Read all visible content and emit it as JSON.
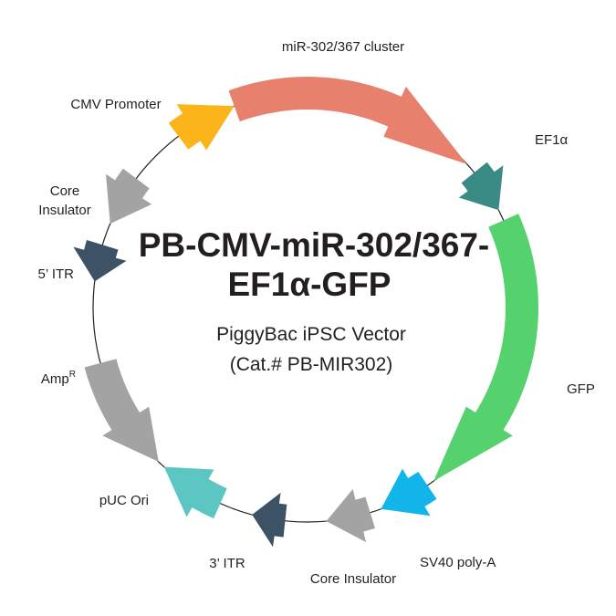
{
  "title": {
    "line1": "PB-CMV-miR-302/367-",
    "line2": "EF1α-GFP"
  },
  "subtitle": {
    "line1": "PiggyBac iPSC Vector",
    "line2": "(Cat.# PB-MIR302)"
  },
  "features": [
    {
      "id": "mir-cluster",
      "label": "miR-302/367 cluster",
      "color": "#e8806e"
    },
    {
      "id": "ef1a",
      "label": "EF1α",
      "color": "#3a8a86"
    },
    {
      "id": "gfp",
      "label": "GFP",
      "color": "#55d26e"
    },
    {
      "id": "sv40",
      "label": "SV40 poly-A",
      "color": "#12b5ea"
    },
    {
      "id": "core-insulator-bottom",
      "label": "Core Insulator",
      "color": "#a3a3a3"
    },
    {
      "id": "itr3",
      "label": "3’ ITR",
      "color": "#3e5265"
    },
    {
      "id": "puc-ori",
      "label": "pUC Ori",
      "color": "#5cc6c2"
    },
    {
      "id": "ampr",
      "label": "Amp",
      "sup": "R",
      "color": "#a3a3a3"
    },
    {
      "id": "itr5",
      "label": "5’ ITR",
      "color": "#3e5265"
    },
    {
      "id": "core-insulator-left",
      "label_line1": "Core",
      "label_line2": "Insulator",
      "color": "#a3a3a3"
    },
    {
      "id": "cmv",
      "label": "CMV Promoter",
      "color": "#fbb41a"
    }
  ]
}
